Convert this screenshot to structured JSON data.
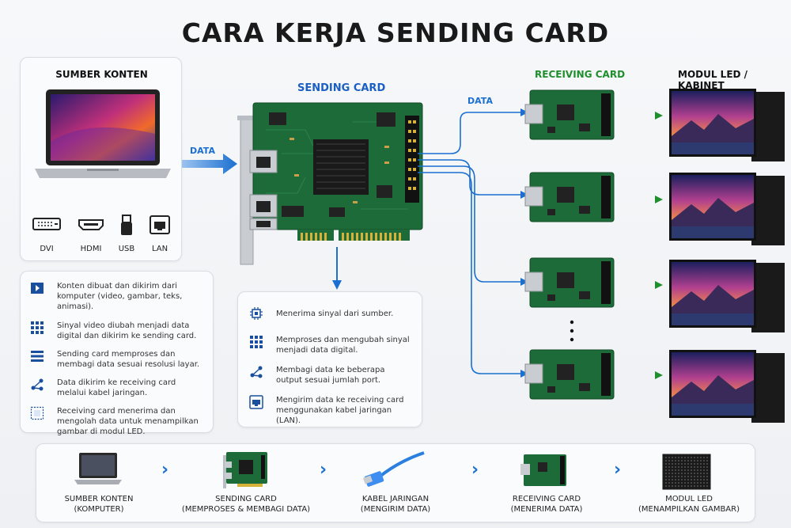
{
  "title": "CARA KERJA SENDING CARD",
  "source": {
    "heading": "SUMBER KONTEN",
    "ports": [
      "DVI",
      "HDMI",
      "USB",
      "LAN"
    ]
  },
  "data_label": "DATA",
  "sending_card": {
    "heading": "SENDING CARD"
  },
  "receiving_card": {
    "heading": "RECEIVING CARD"
  },
  "led_module": {
    "heading": "MODUL LED / KABINET"
  },
  "process_steps": [
    {
      "icon": "video-icon",
      "text": "Konten dibuat dan dikirim dari komputer (video, gambar, teks, animasi)."
    },
    {
      "icon": "grid-icon",
      "text": "Sinyal video diubah menjadi data digital dan dikirim ke sending card."
    },
    {
      "icon": "layers-icon",
      "text": "Sending card memproses dan membagi data sesuai resolusi layar."
    },
    {
      "icon": "share-icon",
      "text": "Data dikirim ke receiving card melalui kabel jaringan."
    },
    {
      "icon": "frame-icon",
      "text": "Receiving card menerima dan mengolah data untuk menampilkan gambar di modul LED."
    }
  ],
  "sending_functions": [
    {
      "icon": "chip-icon",
      "text": "Menerima sinyal dari sumber."
    },
    {
      "icon": "grid-icon",
      "text": "Memproses dan mengubah sinyal menjadi data digital."
    },
    {
      "icon": "share-icon",
      "text": "Membagi data ke beberapa output sesuai jumlah port."
    },
    {
      "icon": "network-icon",
      "text": "Mengirim data ke receiving card menggunakan kabel jaringan (LAN)."
    }
  ],
  "flow": [
    {
      "line1": "SUMBER KONTEN",
      "line2": "(KOMPUTER)"
    },
    {
      "line1": "SENDING CARD",
      "line2": "(MEMPROSES & MEMBAGI DATA)"
    },
    {
      "line1": "KABEL JARINGAN",
      "line2": "(MENGIRIM DATA)"
    },
    {
      "line1": "RECEIVING CARD",
      "line2": "(MENERIMA DATA)"
    },
    {
      "line1": "MODUL LED",
      "line2": "(MENAMPILKAN GAMBAR)"
    }
  ],
  "colors": {
    "accent_blue": "#1a6fd0",
    "accent_green": "#1f8f2e",
    "pcb_green": "#1e6b3a"
  }
}
